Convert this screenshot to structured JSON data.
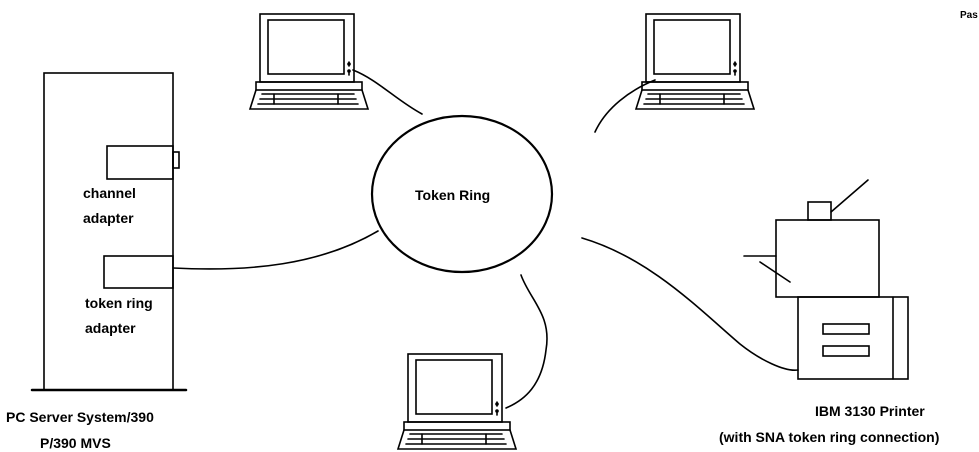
{
  "corner_text": "Pas",
  "ring": {
    "label": "Token Ring"
  },
  "server": {
    "channel_adapter_line1": "channel",
    "channel_adapter_line2": "adapter",
    "token_adapter_line1": "token ring",
    "token_adapter_line2": "adapter",
    "caption_line1": "PC Server System/390",
    "caption_line2": "P/390 MVS"
  },
  "printer": {
    "caption_line1": "IBM 3130 Printer",
    "caption_line2": "(with SNA token ring connection)"
  },
  "colors": {
    "ink": "#000000",
    "paper": "#ffffff"
  }
}
